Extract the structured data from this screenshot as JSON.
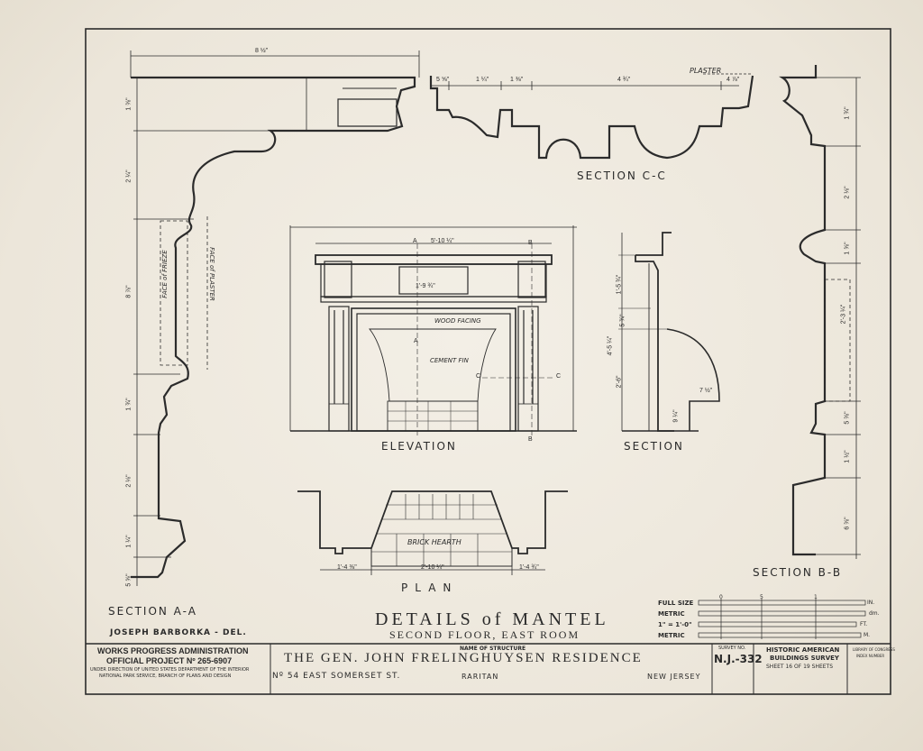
{
  "dimensions": {
    "a_top": "8 ½\"",
    "a_1": "1 ⅜\"",
    "a_2": "2 ¼\"",
    "a_3": "8 ⅞\"",
    "a_4": "1 ¾\"",
    "a_5": "2 ⅛\"",
    "a_6": "1 ¼\"",
    "a_7": "5 ⅝\"",
    "c_1": "5 ⅝\"",
    "c_2": "1 ¼\"",
    "c_3": "1 ⅜\"",
    "c_4": "4 ¾\"",
    "c_5": "4 ⅞\"",
    "b_1": "1 ¾\"",
    "b_2": "2 ⅛\"",
    "b_3": "1 ⅝\"",
    "b_4": "2'-3 ¼\"",
    "b_5": "5 ⅜\"",
    "b_6": "1 ½\"",
    "b_7": "6 ⅜\"",
    "elev_width": "5'-10 ¼\"",
    "elev_frieze": "1'-9 ¾\"",
    "sec_1": "1'-5 ¾\"",
    "sec_2": "5 ¾\"",
    "sec_3": "4'-5 ¼\"",
    "sec_4": "2'-6\"",
    "sec_5": "7 ½\"",
    "sec_6": "9 ¼\"",
    "plan_1": "1'-4 ⅜\"",
    "plan_2": "2'-10 ¼\"",
    "plan_3": "1'-4 ¾\""
  },
  "notes": {
    "face_of_frieze": "FACE of FRIEZE",
    "face_of_plaster": "FACE of PLASTER",
    "plaster": "PLASTER",
    "wood_facing": "WOOD FACING",
    "cement_fin": "CEMENT FIN",
    "brick_hearth": "BRICK HEARTH"
  },
  "marks": {
    "a": "A",
    "b": "B",
    "c": "C"
  },
  "labels": {
    "section_aa": "SECTION A-A",
    "section_cc": "SECTION C-C",
    "section_bb": "SECTION B-B",
    "elevation": "ELEVATION",
    "section": "SECTION",
    "plan": "PLAN",
    "delineator": "JOSEPH BARBORKA - DEL."
  },
  "title": {
    "main": "DETAILS of MANTEL",
    "sub": "SECOND FLOOR, EAST ROOM"
  },
  "scales": {
    "full_size": "FULL SIZE",
    "metric_1": "METRIC",
    "scale_ft": "1\" = 1'-0\"",
    "metric_2": "METRIC",
    "unit_in": "IN.",
    "unit_dm": "dm.",
    "unit_ft": "FT.",
    "unit_m": "M.",
    "num_0": "0",
    "num_5": "5",
    "num_1": "1"
  },
  "title_block": {
    "wpa_line1": "WORKS PROGRESS ADMINISTRATION",
    "wpa_line2": "OFFICIAL PROJECT Nº 265-6907",
    "wpa_line3": "UNDER DIRECTION OF UNITED STATES DEPARTMENT OF THE INTERIOR",
    "wpa_line4": "NATIONAL PARK SERVICE, BRANCH OF PLANS AND DESIGN",
    "name_caption": "NAME OF STRUCTURE",
    "structure_name": "THE GEN. JOHN FRELINGHUYSEN RESIDENCE",
    "address": "Nº 54 EAST SOMERSET ST.",
    "city": "RARITAN",
    "state": "NEW JERSEY",
    "survey_caption": "SURVEY NO.",
    "survey_no": "N.J.-332",
    "habs_1": "HISTORIC AMERICAN",
    "habs_2": "BUILDINGS SURVEY",
    "sheet": "SHEET 16 OF 19 SHEETS",
    "library_1": "LIBRARY OF CONGRESS",
    "library_2": "INDEX NUMBER"
  }
}
